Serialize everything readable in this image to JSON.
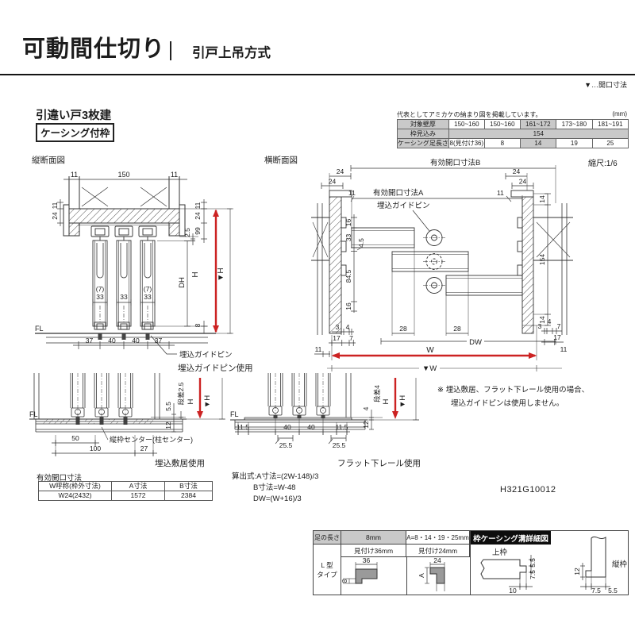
{
  "header": {
    "title": "可動間仕切り",
    "subtitle": "引戸上吊方式",
    "opening_legend": "▼…開口寸法"
  },
  "section": {
    "type_label": "引違い戸3枚建",
    "frame_label": "ケーシング付枠"
  },
  "wall_table": {
    "note": "代表としてアミカケの納まり図を掲載しています。",
    "unit": "(mm)",
    "row1_label": "対象壁厚",
    "row1": [
      "150~160",
      "150~160",
      "161~172",
      "173~180",
      "181~191"
    ],
    "row2_label": "枠見込み",
    "row2_value": "154",
    "row3_label": "ケーシング足長さ",
    "row3": [
      "8(見付け36)",
      "8",
      "14",
      "19",
      "25"
    ]
  },
  "vertical_section": {
    "title": "縦断面図",
    "caption": "埋込ガイドピン使用",
    "pin_label": "埋込ガイドピン",
    "fl": "FL",
    "d": {
      "top_left": "11",
      "top_center": "150",
      "top_right": "11",
      "left_upper": "11",
      "left_lower": "24",
      "slot1": "(7)",
      "slot2": "(7)",
      "t1": "33",
      "t2": "33",
      "t3": "33",
      "right_gap": "11",
      "right_beam": "24",
      "right_hanger": "99",
      "right_cl": "2.5",
      "right_floor": "8",
      "dh": "DH",
      "h": "H",
      "h_open": "▼H",
      "b1": "37",
      "b2": "40",
      "b3": "40",
      "b4": "37"
    }
  },
  "horizontal_section": {
    "title": "横断面図",
    "scale": "縮尺:1/6",
    "dim_b_label": "有効開口寸法B",
    "dim_a_label": "有効開口寸法A",
    "pin_label": "埋込ガイドピン",
    "d": {
      "l24a": "24",
      "l24b": "24",
      "l11": "11",
      "r24a": "24",
      "r24b": "24",
      "r11": "11",
      "left_stack": [
        "16",
        "33",
        "4.5",
        "84.5",
        "16"
      ],
      "ov1": "28",
      "ov2": "28",
      "right_stack": [
        "14",
        "154",
        "14"
      ],
      "bl": [
        "3",
        "4",
        "17",
        "7",
        "11"
      ],
      "br": [
        "4",
        "7",
        "3",
        "17",
        "11"
      ],
      "dw": "DW",
      "w": "W",
      "w_open": "▼W"
    }
  },
  "sill_detail": {
    "caption": "埋込敷居使用",
    "fl": "FL",
    "center_note": "縦枠センター(柱センター)",
    "d": {
      "step": "段差2.5",
      "depth": "5.5",
      "below": "12",
      "h": "H",
      "h_open": "▼H",
      "b1": "50",
      "b2": "100",
      "b3": "27"
    }
  },
  "flat_rail_detail": {
    "caption": "フラット下レール使用",
    "fl": "FL",
    "d": {
      "step": "段差4",
      "height": "4",
      "below": "12",
      "h": "H",
      "h_open": "▼H",
      "b1": "11.5",
      "b2": "40",
      "b3": "40",
      "b4": "11.5",
      "b5": "25.5",
      "b6": "25.5"
    }
  },
  "note": {
    "line1": "※ 埋込敷居、フラット下レール使用の場合、",
    "line2": "埋込ガイドピンは使用しません。"
  },
  "opening_table": {
    "title": "有効開口寸法",
    "headers": [
      "W呼称(枠外寸法)",
      "A寸法",
      "B寸法"
    ],
    "row": [
      "W24(2432)",
      "1572",
      "2384"
    ]
  },
  "formulas": {
    "line1": "算出式:A寸法=(2W-148)/3",
    "line2": "B寸法=W-48",
    "line3": "DW=(W+16)/3"
  },
  "doc_code": "H321G10012",
  "casing_table": {
    "col1_header": "足の長さ",
    "col2_header": "8mm",
    "col3_header": "A=8・14・19・25mm",
    "detail_header": "枠ケーシング溝詳細図",
    "col2_sub": "見付け36mm",
    "col3_sub": "見付け24mm",
    "row_label_1": "L 型",
    "row_label_2": "タイプ",
    "d36": {
      "w": "36",
      "leg": "8"
    },
    "d24": {
      "w": "24",
      "leg": "A"
    },
    "upper_frame": {
      "label": "上枠",
      "d1": "5.5",
      "d2": "7.5",
      "d3": "10"
    },
    "vertical_frame": {
      "label": "縦枠",
      "d1": "12",
      "d2": "7.5",
      "d3": "5.5"
    }
  },
  "colors": {
    "red": "#cc2222",
    "gray": "#c9c9c9"
  }
}
